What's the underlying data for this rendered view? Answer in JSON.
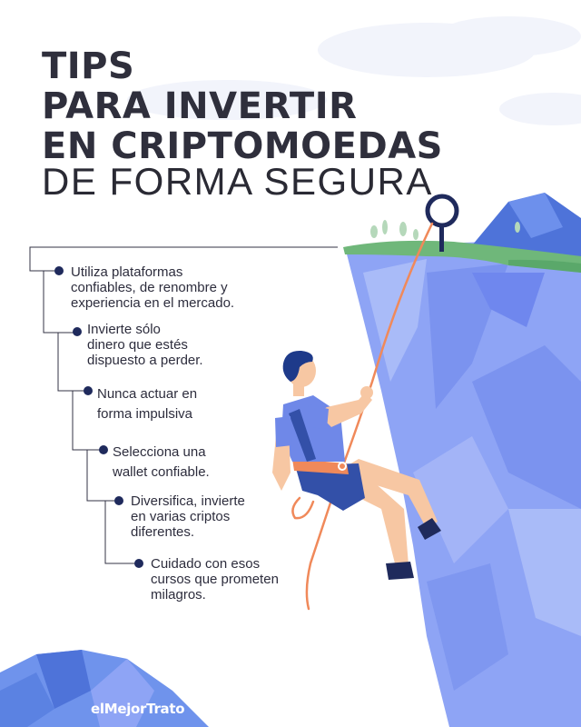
{
  "title": {
    "line1": "TIPS",
    "line2": "PARA INVERTIR",
    "line3": "EN CRIPTOMOEDAS",
    "line4": "DE FORMA SEGURA"
  },
  "tips": [
    {
      "lines": [
        "Utiliza plataformas",
        "confiables, de renombre y",
        "experiencia en el mercado."
      ]
    },
    {
      "lines": [
        "Invierte sólo",
        "dinero que estés",
        "dispuesto a perder."
      ]
    },
    {
      "lines": [
        "Nunca actuar en",
        "forma impulsiva"
      ]
    },
    {
      "lines": [
        "Selecciona una",
        "wallet confiable."
      ]
    },
    {
      "lines": [
        "Diversifica, invierte",
        "en varias criptos",
        "diferentes."
      ]
    },
    {
      "lines": [
        "Cuidado con esos",
        "cursos que prometen",
        "milagros."
      ]
    }
  ],
  "brand": "elMejorTrato",
  "icons": {
    "mountain": "cliff-illustration",
    "climber": "rock-climber-illustration",
    "anchor": "anchor-ring-icon",
    "bullet": "bullet-dot-icon"
  },
  "colors": {
    "title": "#2f2f3c",
    "text": "#2d2d3d",
    "bullet": "#1f2a5c",
    "cliff": "#8ea4f5",
    "cliff_dark": "#6f87ee",
    "cliff_top": "#4e73d9",
    "grass": "#6fb77a",
    "rope": "#f0895a",
    "shirt": "#6f88e8",
    "shorts": "#3350a8",
    "skin": "#f7c7a3",
    "hair": "#1e3a8a",
    "anchor": "#1f2a5c"
  }
}
